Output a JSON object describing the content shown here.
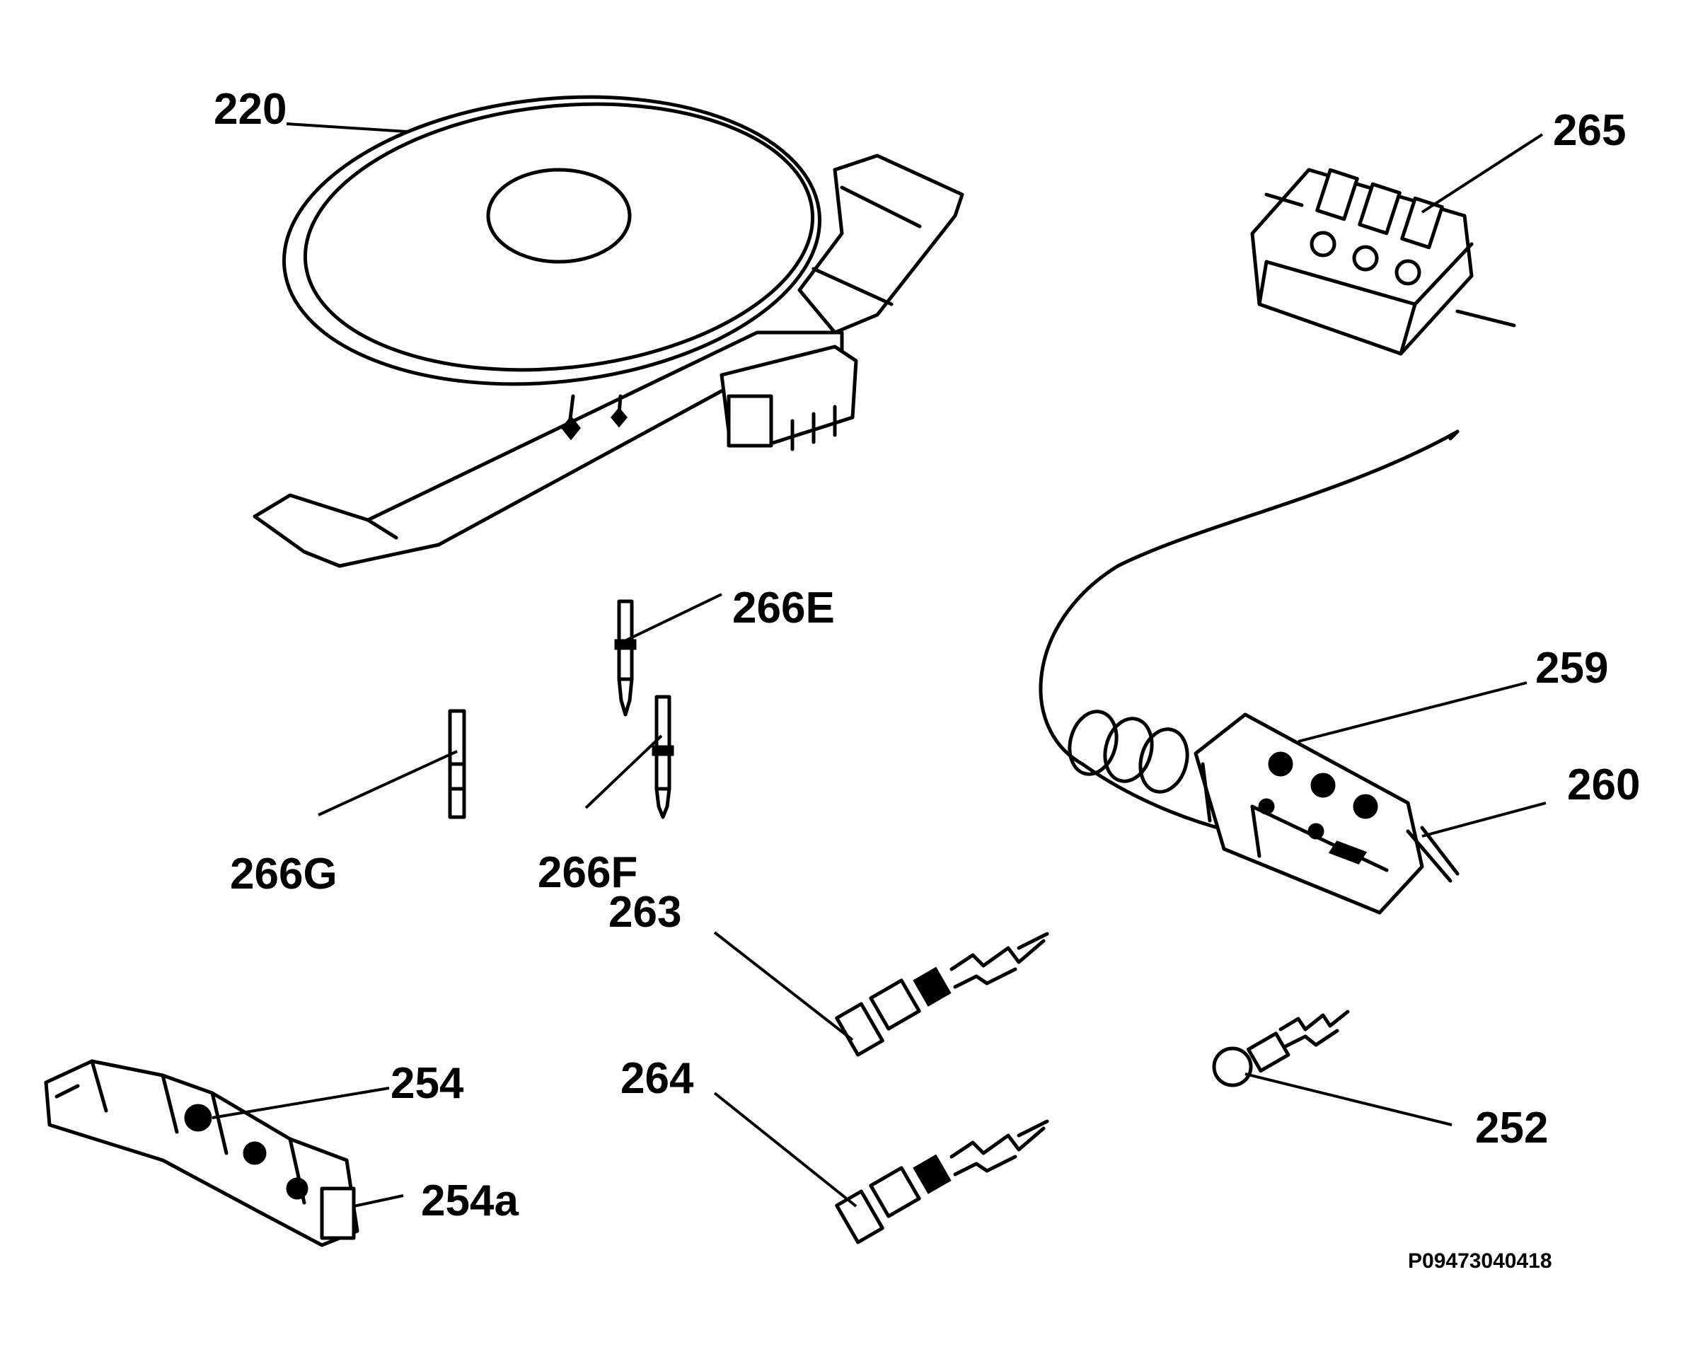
{
  "drawing_number": "P09473040418",
  "labels": {
    "l220": "220",
    "l265": "265",
    "l266E": "266E",
    "l259": "259",
    "l260": "260",
    "l266G": "266G",
    "l266F": "266F",
    "l263": "263",
    "l264": "264",
    "l254": "254",
    "l254a": "254a",
    "l252": "252"
  }
}
